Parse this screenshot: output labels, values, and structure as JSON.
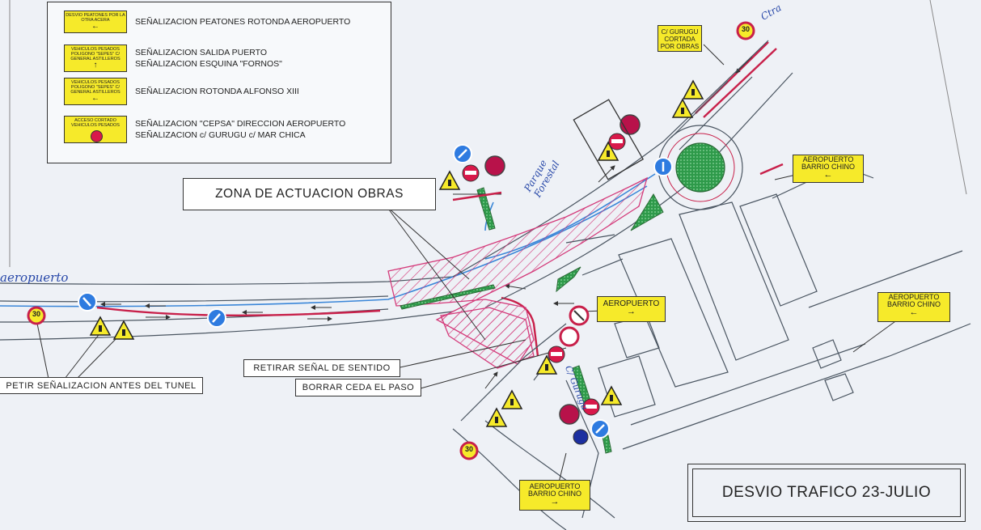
{
  "legend": {
    "items": [
      {
        "sign": "DESVIO PEATONES POR LA OTRA ACERA",
        "arrow": "←",
        "text": "SEÑALIZACION PEATONES ROTONDA AEROPUERTO"
      },
      {
        "sign": "VEHICULOS PESADOS POLIGONO \"SEPES\" C/ GENERAL ASTILLEROS",
        "arrow": "↑",
        "text": "SEÑALIZACION SALIDA PUERTO",
        "text2": "SEÑALIZACION ESQUINA \"FORNOS\""
      },
      {
        "sign": "VEHICULOS PESADOS POLIGONO \"SEPES\" C/ GENERAL ASTILLEROS",
        "arrow": "←",
        "text": "SEÑALIZACION ROTONDA ALFONSO XIII"
      },
      {
        "sign": "ACCESO CORTADO VEHICULOS PESADOS",
        "arrow": "",
        "text": "SEÑALIZACION \"CEPSA\" DIRECCION AEROPUERTO",
        "text2": "SEÑALIZACION c/ GURUGU c/ MAR CHICA"
      }
    ]
  },
  "labels": {
    "zona": "ZONA DE ACTUACION OBRAS",
    "retirar": "RETIRAR SEÑAL DE SENTIDO",
    "borrar": "BORRAR CEDA EL PASO",
    "repetir": "PETIR SEÑALIZACION ANTES DEL TUNEL"
  },
  "signs": {
    "gurugu_cortada": "C/ GURUGU CORTADA POR OBRAS",
    "aeropuerto_barrio_chino_1": "AEROPUERTO BARRIO CHINO",
    "aeropuerto_barrio_chino_1_arrow": "←",
    "aeropuerto": "AEROPUERTO",
    "aeropuerto_arrow": "→",
    "aeropuerto_barrio_chino_2": "AEROPUERTO BARRIO CHINO",
    "aeropuerto_barrio_chino_2_arrow": "←",
    "aeropuerto_barrio_chino_3": "AEROPUERTO BARRIO CHINO",
    "aeropuerto_barrio_chino_3_arrow": "→",
    "speed_limit": "30"
  },
  "handwritten": {
    "parque": "Parque Forestal",
    "aeropuerto": "aeropuerto",
    "gurugu": "C/ Gurugu",
    "top_right": "Ctra"
  },
  "title": "DESVIO TRAFICO 23-JULIO",
  "colors": {
    "road_line": "#4a5561",
    "blue_lane": "#3a86d8",
    "red_lane": "#c8204a",
    "hatch": "#d43a7a",
    "sign_yellow": "#f6ea2a",
    "roundabout_green": "#2e9a4a",
    "paper": "#eef1f6"
  }
}
